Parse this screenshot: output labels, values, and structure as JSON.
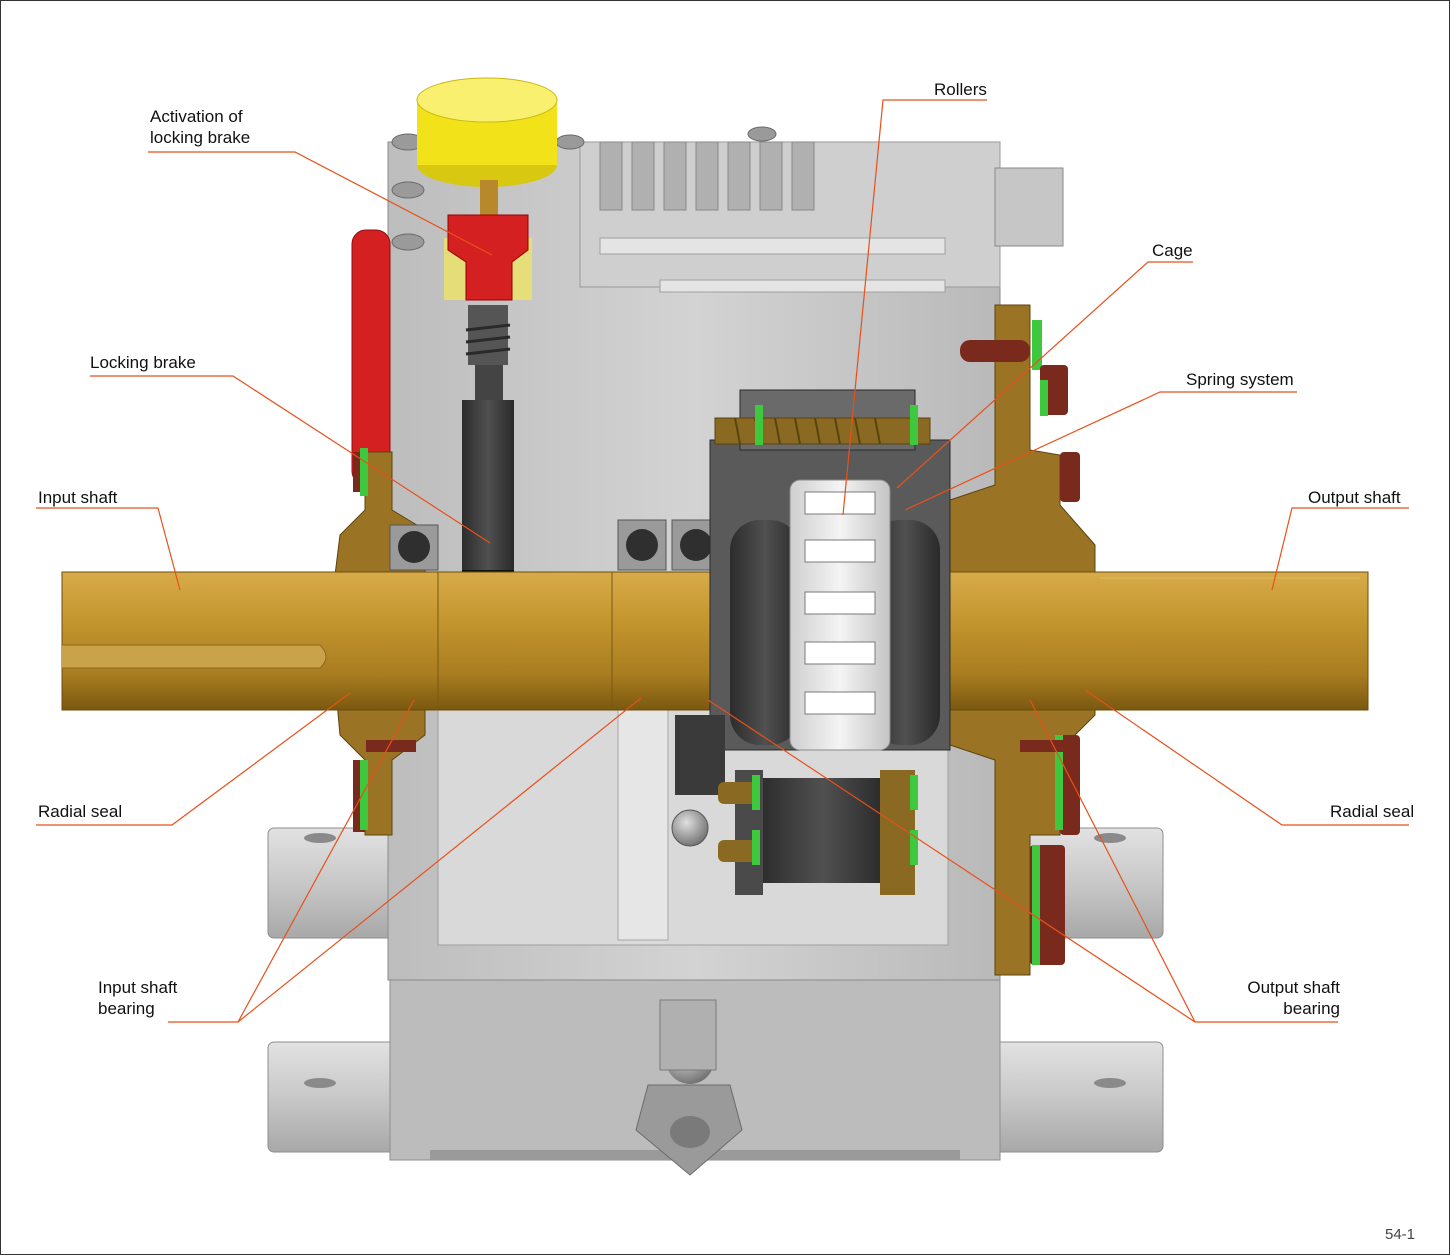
{
  "figure_number": "54-1",
  "labels": {
    "activation": "Activation of\nlocking brake",
    "rollers": "Rollers",
    "cage": "Cage",
    "spring_system": "Spring system",
    "locking_brake": "Locking brake",
    "input_shaft": "Input shaft",
    "output_shaft": "Output shaft",
    "radial_seal_left": "Radial seal",
    "radial_seal_right": "Radial seal",
    "input_shaft_bearing": "Input shaft\nbearing",
    "output_shaft_bearing": "Output shaft\nbearing"
  },
  "colors": {
    "leader": "#e8501a",
    "housing": "#c9c9c9",
    "shaft": "#b8892a",
    "bronze": "#9a7424",
    "dark_part": "#3d3d3d",
    "cap": "#f2e21a",
    "red_part": "#d42020",
    "accent_green": "#3ec83e",
    "bolt_brown": "#7a2a1c"
  }
}
